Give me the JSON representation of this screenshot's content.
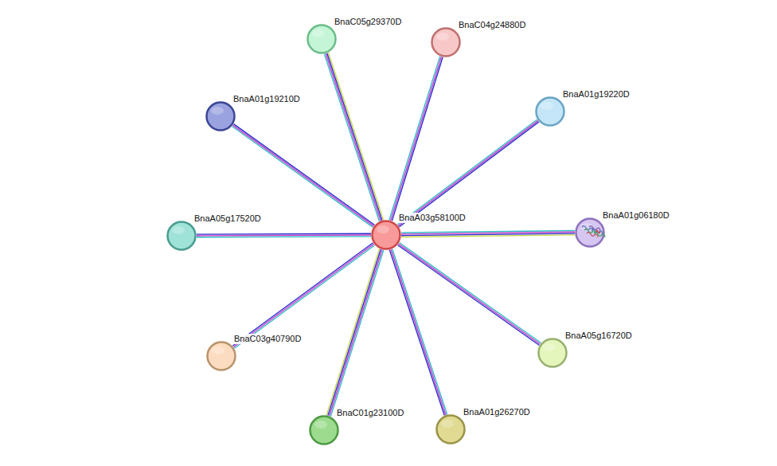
{
  "diagram": {
    "nodes": [
      {
        "text": [
          "BnaA03g58100D"
        ]
      },
      {
        "text": [
          "BnaC05g29370D"
        ]
      },
      {
        "text": [
          "BnaC04g24880D"
        ]
      },
      {
        "text": [
          "BnaA01g19210D"
        ]
      },
      {
        "text": [
          "BnaA01g19220D"
        ]
      },
      {
        "text": [
          "BnaA05g17520D"
        ]
      },
      {
        "text": [
          "BnaA01g06180D"
        ]
      },
      {
        "text": [
          "BnaC03g40790D"
        ]
      },
      {
        "text": [
          "BnaA05g16720D"
        ]
      },
      {
        "text": [
          "BnaC01g23100D"
        ]
      },
      {
        "text": [
          "BnaA01g26270D"
        ]
      }
    ],
    "edges": [
      {
        "from": 0,
        "to": 1,
        "arrow": "none"
      },
      {
        "from": 0,
        "to": 2,
        "arrow": "none"
      },
      {
        "from": 0,
        "to": 3,
        "arrow": "none"
      },
      {
        "from": 0,
        "to": 4,
        "arrow": "none"
      },
      {
        "from": 0,
        "to": 5,
        "arrow": "none"
      },
      {
        "from": 0,
        "to": 6,
        "arrow": "none"
      },
      {
        "from": 0,
        "to": 7,
        "arrow": "none"
      },
      {
        "from": 0,
        "to": 8,
        "arrow": "none"
      },
      {
        "from": 0,
        "to": 9,
        "arrow": "none"
      },
      {
        "from": 0,
        "to": 10,
        "arrow": "none"
      }
    ]
  }
}
